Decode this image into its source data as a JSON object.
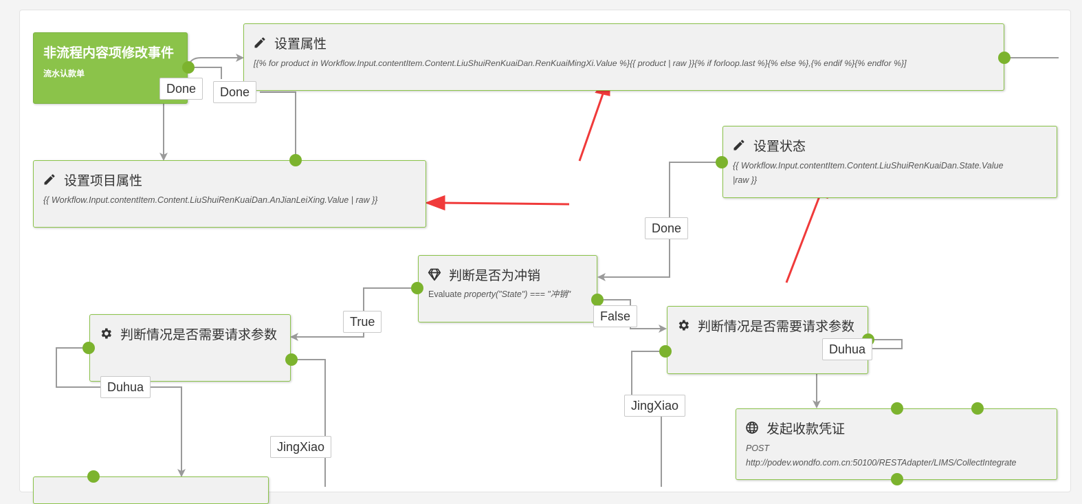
{
  "start_node": {
    "title": "非流程内容项修改事件",
    "subtitle": "流水认款单"
  },
  "nodes": {
    "set_property": {
      "title": "设置属性",
      "icon": "pencil-icon",
      "expression": "[{% for product in Workflow.Input.contentItem.Content.LiuShuiRenKuaiDan.RenKuaiMingXi.Value %}{{ product | raw }}{% if forloop.last %}{% else %},{% endif %}{% endfor %}]"
    },
    "set_item_property": {
      "title": "设置项目属性",
      "icon": "pencil-icon",
      "expression": "{{ Workflow.Input.contentItem.Content.LiuShuiRenKuaiDan.AnJianLeiXing.Value | raw }}"
    },
    "set_status": {
      "title": "设置状态",
      "icon": "pencil-icon",
      "expression_line1": "{{ Workflow.Input.contentItem.Content.LiuShuiRenKuaiDan.State.Value",
      "expression_line2": "|raw }}"
    },
    "check_reversal": {
      "title": "判断是否为冲销",
      "icon": "gem-icon",
      "prefix": "Evaluate ",
      "expression": "property(\"State\") === \"冲销\""
    },
    "check_params_left": {
      "title": "判断情况是否需要请求参数",
      "icon": "gear-icon"
    },
    "check_params_right": {
      "title": "判断情况是否需要请求参数",
      "icon": "gear-icon"
    },
    "send_voucher": {
      "title": "发起收款凭证",
      "icon": "globe-icon",
      "method": "POST",
      "url": "http://podev.wondfo.com.cn:50100/RESTAdapter/LIMS/CollectIntegrate"
    }
  },
  "edge_labels": {
    "done_1": "Done",
    "done_2": "Done",
    "done_3": "Done",
    "true": "True",
    "false": "False",
    "duhua_left": "Duhua",
    "duhua_right": "Duhua",
    "jingxiao_left": "JingXiao",
    "jingxiao_right": "JingXiao"
  },
  "colors": {
    "accent": "#8bc34a",
    "endpoint": "#7cb32e",
    "wire": "#9a9a9a",
    "annotation_arrow": "#f03a3a"
  }
}
